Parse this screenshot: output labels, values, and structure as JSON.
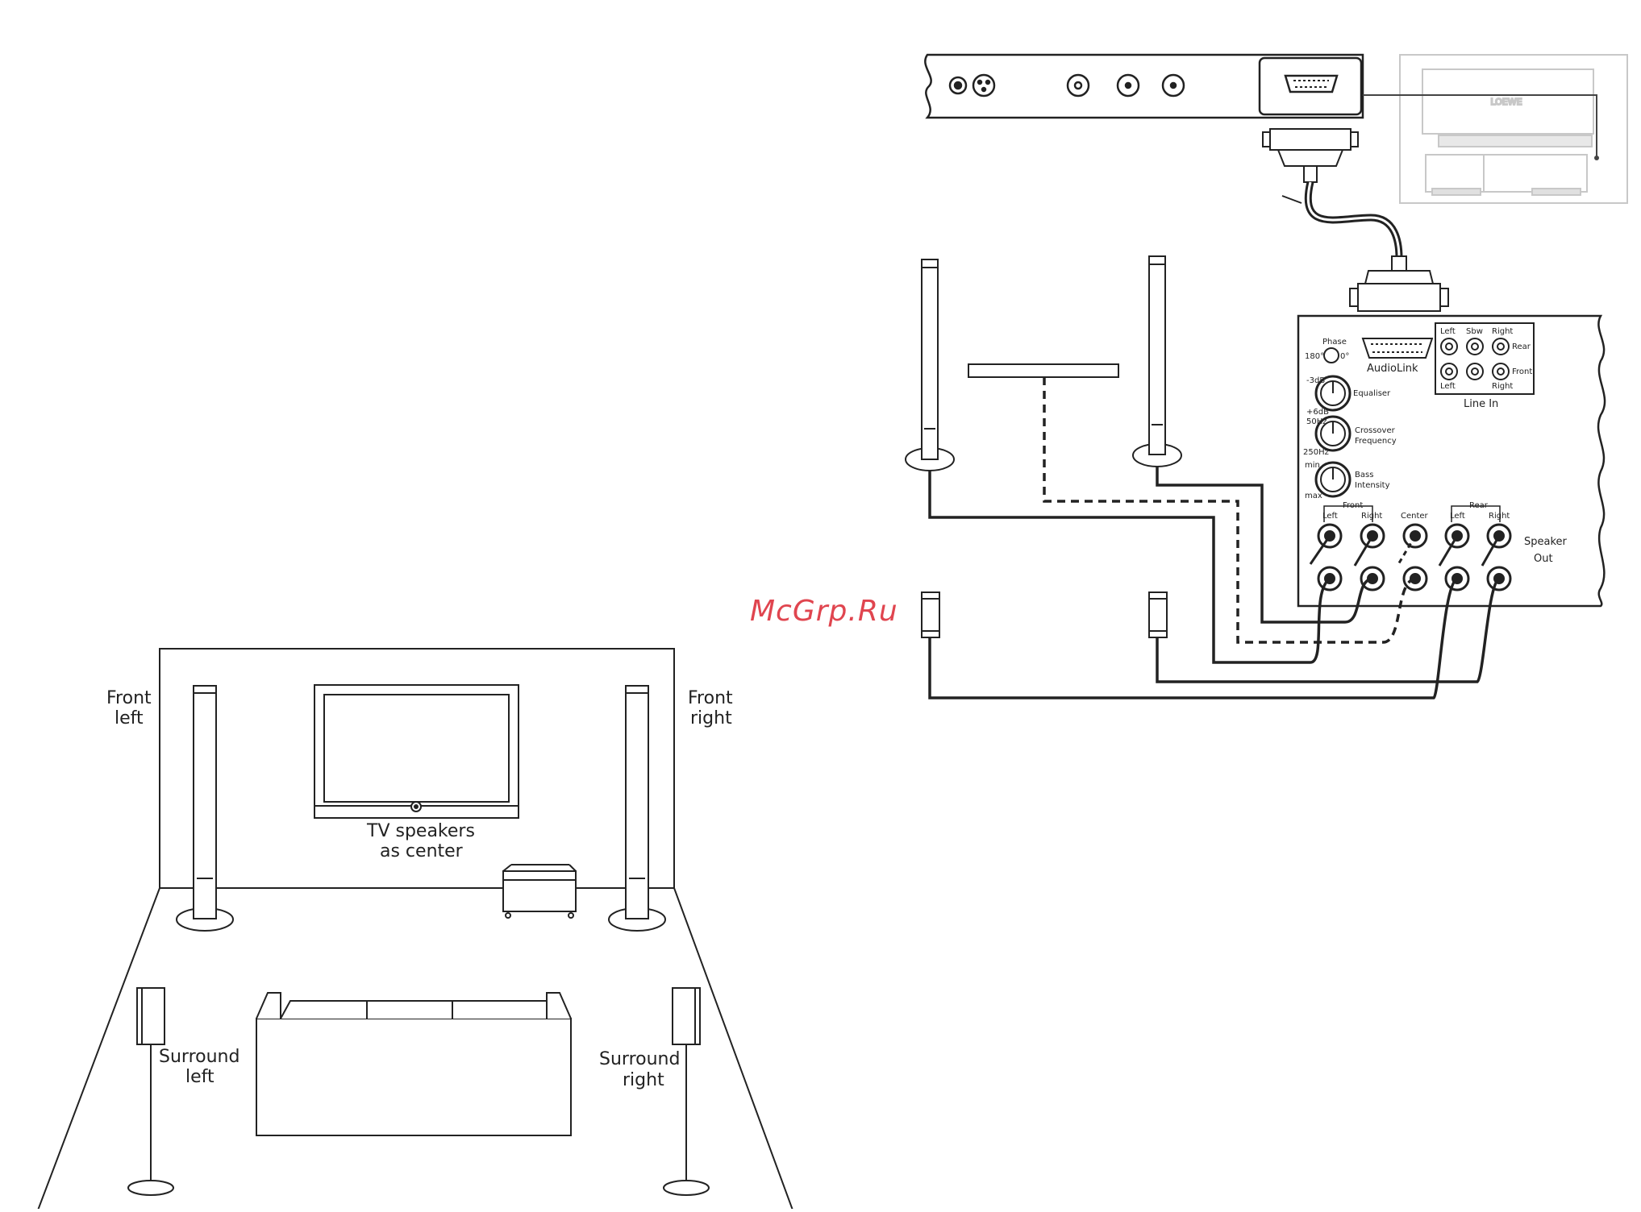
{
  "room": {
    "front_left": [
      "Front",
      "left"
    ],
    "front_right": [
      "Front",
      "right"
    ],
    "tv_center": [
      "TV speakers",
      "as center"
    ],
    "surround_left": [
      "Surround",
      "left"
    ],
    "surround_right": [
      "Surround",
      "right"
    ]
  },
  "panel": {
    "phase": "Phase",
    "phase_180": "180°",
    "phase_0": "0°",
    "eq_min": "-3dB",
    "eq_max": "+6dB",
    "equaliser": "Equaliser",
    "xo_min": "50Hz",
    "xo_max": "250Hz",
    "crossover": [
      "Crossover",
      "Frequency"
    ],
    "bass_min": "min",
    "bass_max": "max",
    "bass": [
      "Bass",
      "Intensity"
    ],
    "audiolink": "AudioLink",
    "line_in": "Line In",
    "line_top_labels": [
      "Left",
      "Sbw",
      "Right"
    ],
    "line_rear": "Rear",
    "line_front": "Front",
    "line_bottom_left": "Left",
    "line_bottom_right": "Right",
    "front_group": "Front",
    "rear_group": "Rear",
    "out_labels": [
      "Left",
      "Right",
      "Center",
      "Left",
      "Right"
    ],
    "speaker_out": [
      "Speaker",
      "Out"
    ]
  },
  "tv_back": {
    "label": "LOEWE"
  },
  "watermark": "McGrp.Ru",
  "colors": {
    "line": "#222222",
    "watermark": "#e0454f",
    "faded": "#c8c8c8"
  }
}
